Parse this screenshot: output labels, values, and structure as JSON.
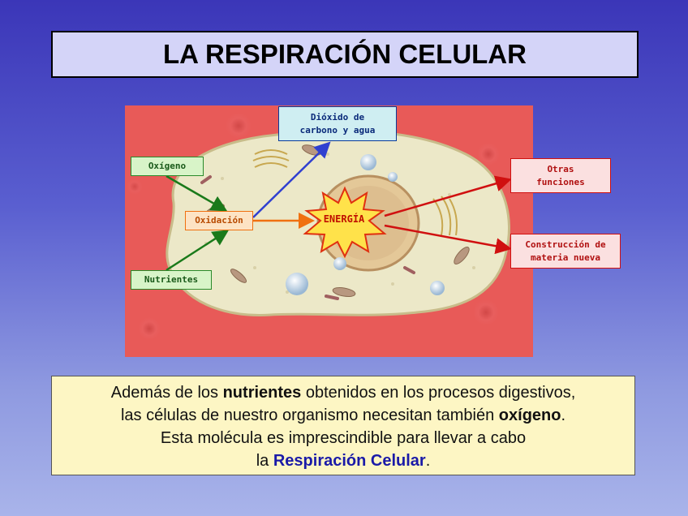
{
  "title": "LA RESPIRACIÓN CELULAR",
  "diagram": {
    "labels": {
      "dioxido": "Dióxido de carbono y agua",
      "oxigeno": "Oxígeno",
      "nutrientes": "Nutrientes",
      "oxidacion": "Oxidación",
      "energia": "ENERGÍA",
      "otras": "Otras funciones",
      "construccion": "Construcción de materia nueva"
    },
    "arrow_colors": {
      "green": "#1a7a1a",
      "blue": "#3040d0",
      "orange": "#f07010",
      "red": "#d01010"
    }
  },
  "info": {
    "l1_a": "Además de los ",
    "l1_b": "nutrientes",
    "l1_c": " obtenidos en los procesos digestivos,",
    "l2_a": "las células de nuestro organismo necesitan también ",
    "l2_b": "oxígeno",
    "l2_c": ".",
    "l3": "Esta molécula es imprescindible para llevar a cabo",
    "l4_a": "la ",
    "l4_b": "Respiración Celular",
    "l4_c": "."
  }
}
